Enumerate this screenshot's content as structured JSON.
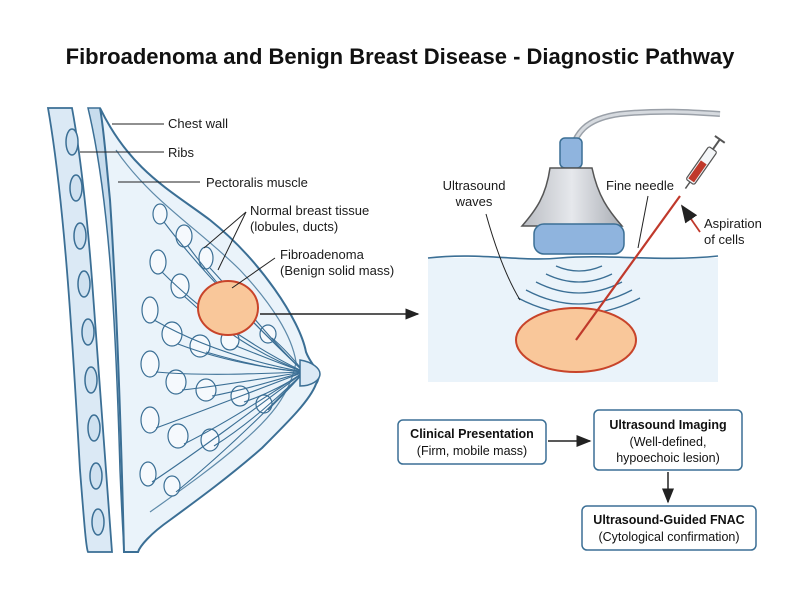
{
  "title": "Fibroadenoma and Benign Breast Disease - Diagnostic Pathway",
  "anatomy_labels": {
    "chest_wall": "Chest wall",
    "ribs": "Ribs",
    "pectoralis": "Pectoralis muscle",
    "normal_tissue_1": "Normal breast tissue",
    "normal_tissue_2": "(lobules, ducts)",
    "fibroadenoma_1": "Fibroadenoma",
    "fibroadenoma_2": "(Benign solid mass)"
  },
  "ultrasound_labels": {
    "waves_1": "Ultrasound",
    "waves_2": "waves",
    "needle": "Fine needle",
    "aspiration_1": "Aspiration",
    "aspiration_2": "of cells"
  },
  "flow": {
    "clinical": {
      "title": "Clinical Presentation",
      "sub": "(Firm, mobile mass)"
    },
    "imaging": {
      "title": "Ultrasound Imaging",
      "sub1": "(Well-defined,",
      "sub2": "hypoechoic lesion)"
    },
    "fnac": {
      "title": "Ultrasound-Guided FNAC",
      "sub": "(Cytological confirmation)"
    }
  },
  "colors": {
    "outline": "#3b6f95",
    "tissue_fill": "#eaf3fa",
    "mass_fill": "#f9c79a",
    "mass_stroke": "#c8442a",
    "needle": "#c0392b",
    "probe": "#8fb4de"
  }
}
